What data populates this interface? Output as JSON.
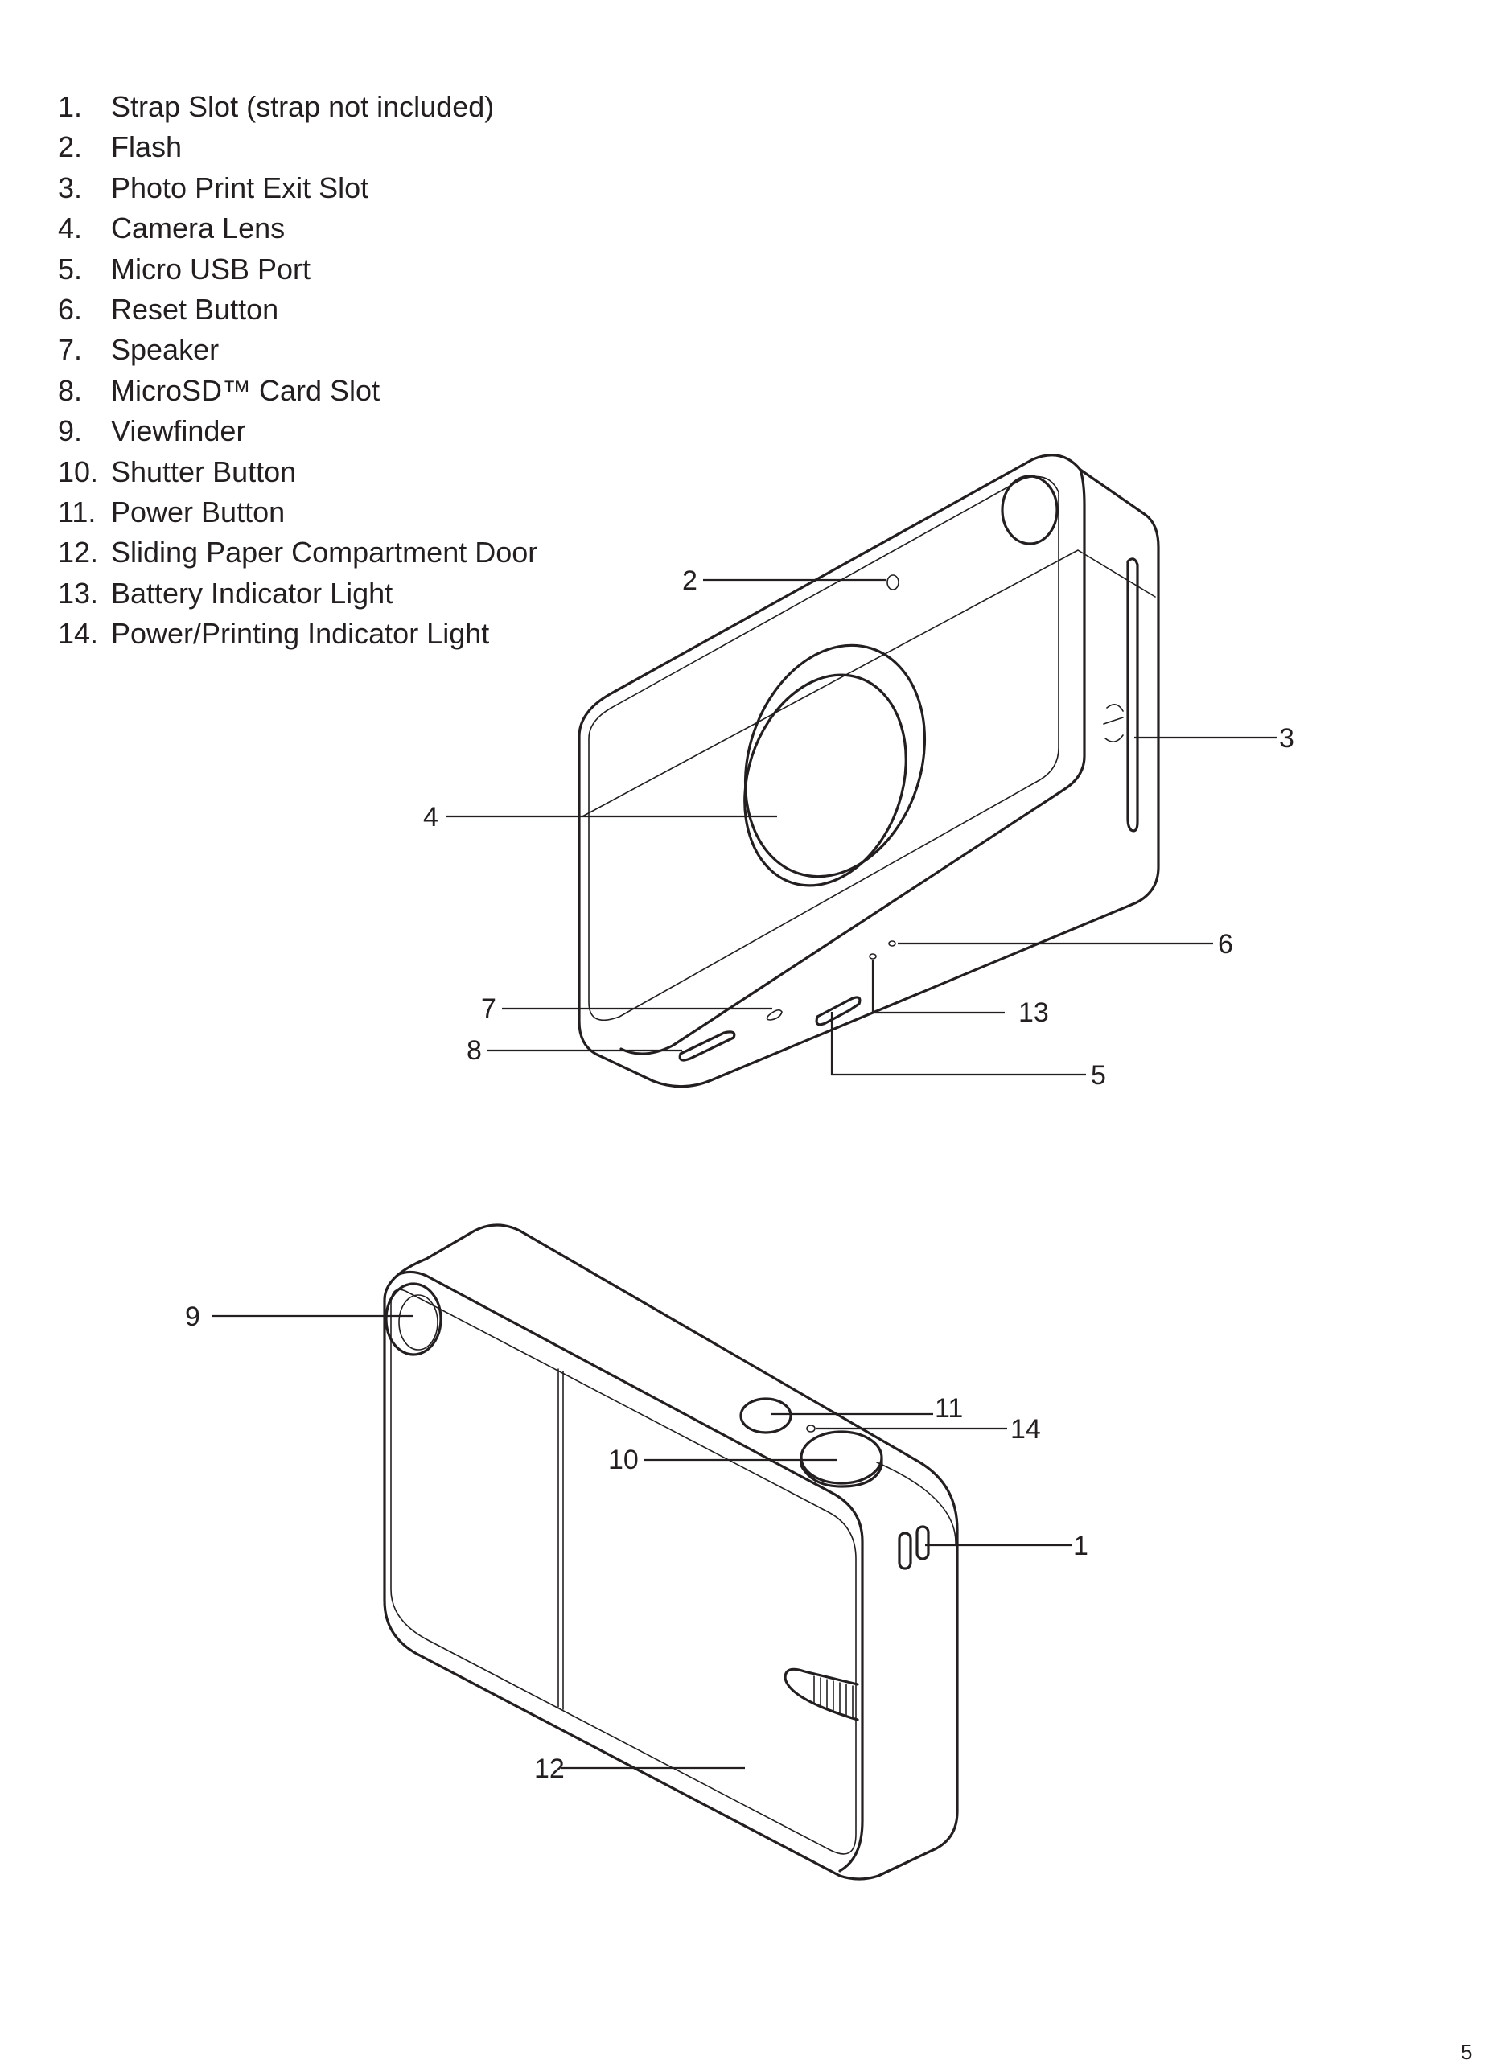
{
  "parts": [
    {
      "num": "1.",
      "label": "Strap Slot (strap not included)"
    },
    {
      "num": "2.",
      "label": "Flash"
    },
    {
      "num": "3.",
      "label": "Photo Print Exit Slot"
    },
    {
      "num": "4.",
      "label": "Camera Lens"
    },
    {
      "num": "5.",
      "label": "Micro USB Port"
    },
    {
      "num": "6.",
      "label": "Reset Button"
    },
    {
      "num": "7.",
      "label": "Speaker"
    },
    {
      "num": "8.",
      "label": "MicroSD™ Card Slot"
    },
    {
      "num": "9.",
      "label": "Viewfinder"
    },
    {
      "num": "10.",
      "label": "Shutter Button"
    },
    {
      "num": "11.",
      "label": "Power Button"
    },
    {
      "num": "12.",
      "label": "Sliding Paper Compartment Door"
    },
    {
      "num": "13.",
      "label": "Battery Indicator Light"
    },
    {
      "num": "14.",
      "label": "Power/Printing Indicator Light"
    }
  ],
  "front_view": {
    "callouts": {
      "flash": "2",
      "print_slot": "3",
      "lens": "4",
      "speaker": "7",
      "sd_slot": "8",
      "reset": "6",
      "battery_light": "13",
      "usb": "5"
    }
  },
  "back_view": {
    "callouts": {
      "viewfinder": "9",
      "power": "11",
      "power_light": "14",
      "shutter": "10",
      "strap": "1",
      "door": "12"
    }
  },
  "page_number": "5",
  "colors": {
    "ink": "#231f20",
    "background": "#ffffff"
  }
}
